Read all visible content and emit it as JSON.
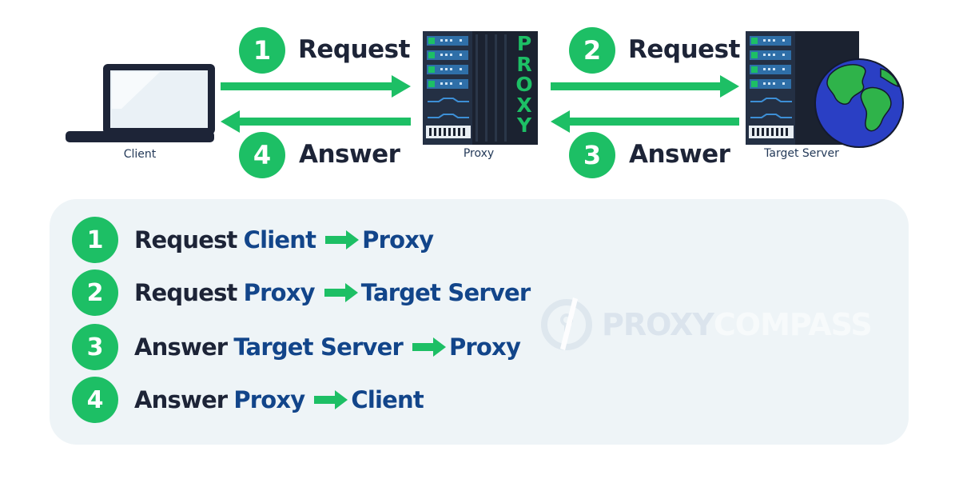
{
  "nodes": {
    "client": "Client",
    "proxy": "Proxy",
    "proxy_vertical": [
      "P",
      "R",
      "O",
      "X",
      "Y"
    ],
    "target": "Target Server"
  },
  "flows": [
    {
      "num": "1",
      "label": "Request"
    },
    {
      "num": "2",
      "label": "Request"
    },
    {
      "num": "3",
      "label": "Answer"
    },
    {
      "num": "4",
      "label": "Answer"
    }
  ],
  "steps": [
    {
      "num": "1",
      "action": "Request",
      "from": "Client",
      "to": "Proxy"
    },
    {
      "num": "2",
      "action": "Request",
      "from": "Proxy",
      "to": "Target Server"
    },
    {
      "num": "3",
      "action": "Answer",
      "from": "Target Server",
      "to": "Proxy"
    },
    {
      "num": "4",
      "action": "Answer",
      "from": "Proxy",
      "to": "Client"
    }
  ],
  "watermark": {
    "part1": "PROXY",
    "part2": "COMPASS"
  },
  "colors": {
    "green": "#1dbf65",
    "navy": "#1d2437",
    "blue": "#12458a",
    "panel": "#eef4f7"
  }
}
